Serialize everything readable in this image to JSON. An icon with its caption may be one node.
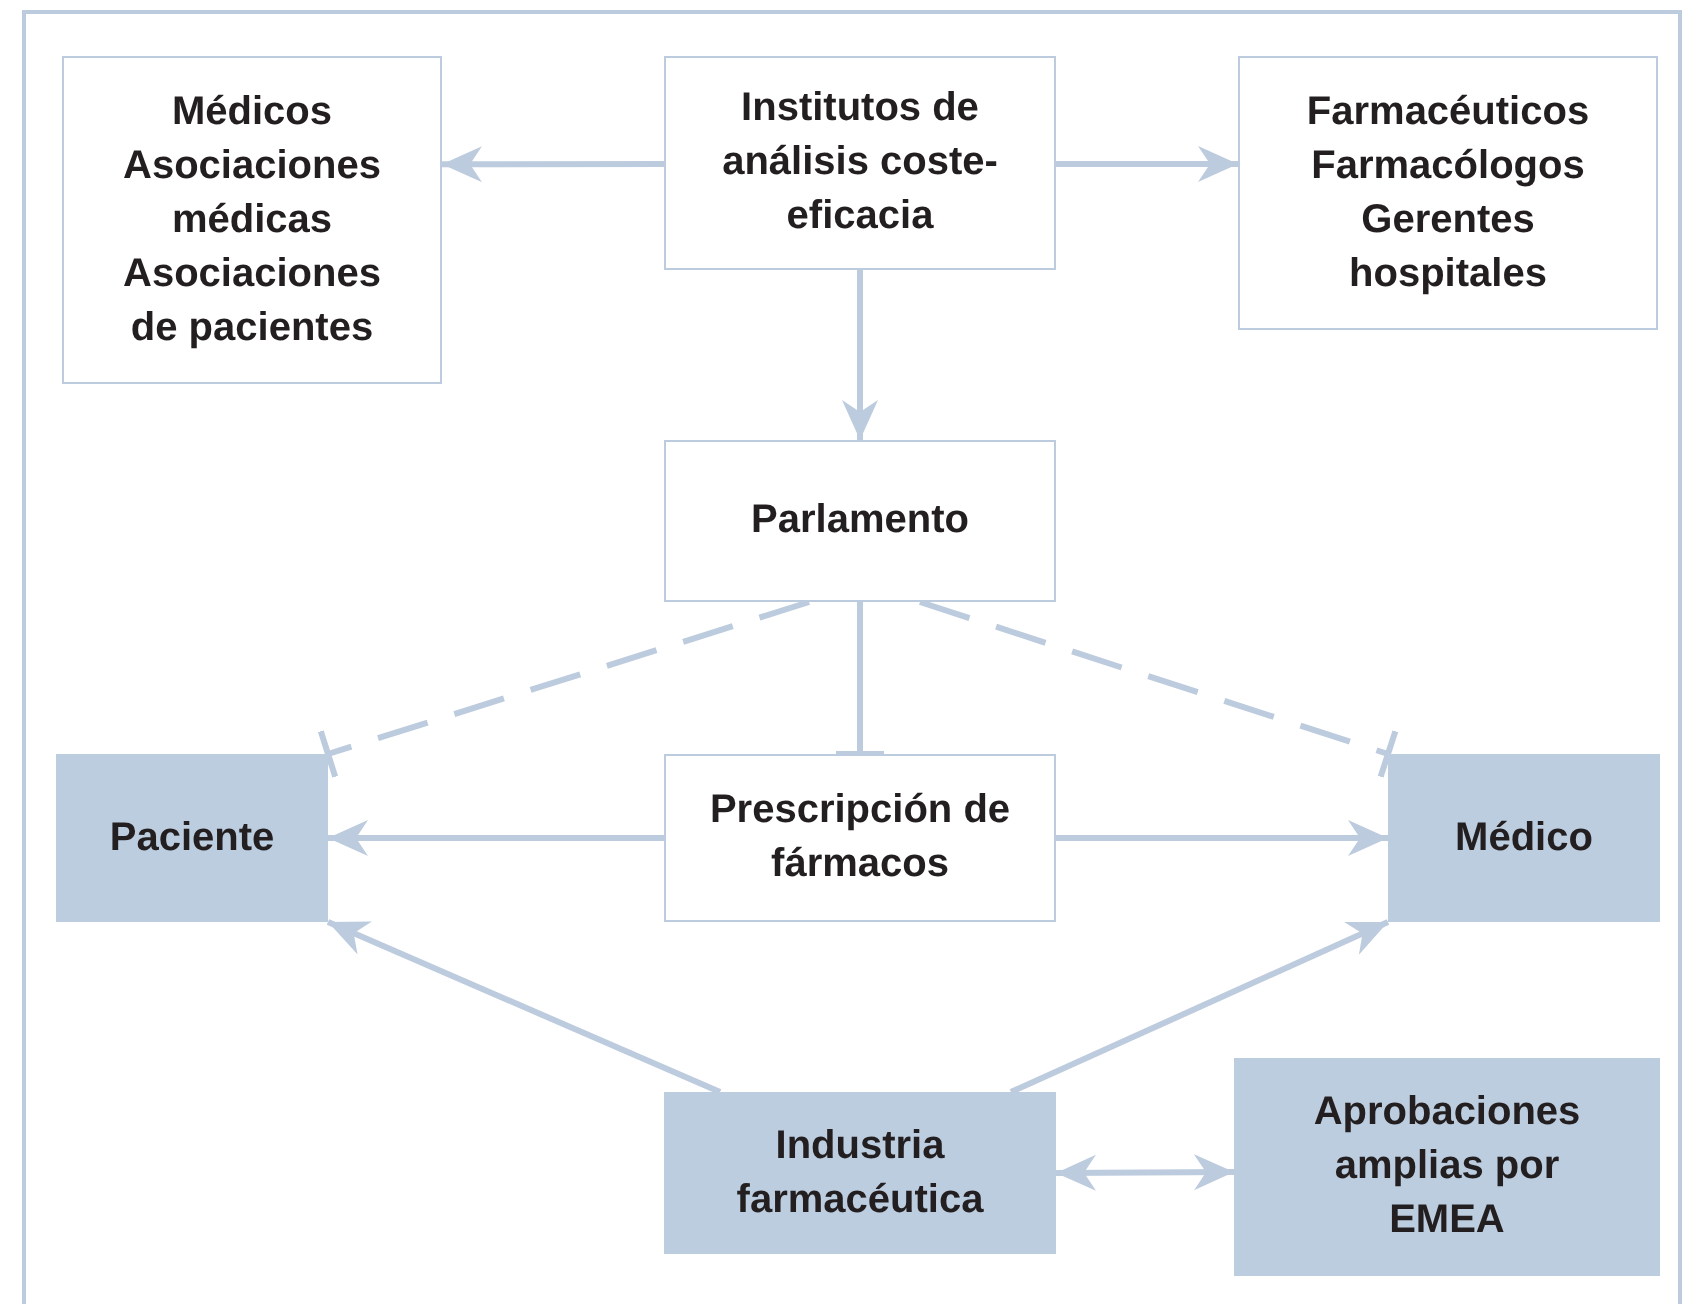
{
  "diagram": {
    "nodes": [
      {
        "text": [
          "Médicos",
          "Asociaciones médicas",
          "Asociaciones de pacientes"
        ]
      },
      {
        "text": [
          "Institutos de análisis coste-eficacia"
        ]
      },
      {
        "text": [
          "Farmacéuticos",
          "Farmacólogos",
          "Gerentes hospitales"
        ]
      },
      {
        "text": [
          "Parlamento"
        ]
      },
      {
        "text": [
          "Paciente"
        ]
      },
      {
        "text": [
          "Prescripción de fármacos"
        ]
      },
      {
        "text": [
          "Médico"
        ]
      },
      {
        "text": [
          "Industria farmacéutica"
        ]
      },
      {
        "text": [
          "Aprobaciones amplias por EMEA"
        ]
      }
    ],
    "edges": [
      {
        "from": 1,
        "to": 0,
        "arrow": "to"
      },
      {
        "from": 1,
        "to": 2,
        "arrow": "to"
      },
      {
        "from": 1,
        "to": 3,
        "arrow": "to"
      },
      {
        "from": 3,
        "to": 4,
        "arrow": "other",
        "style": "dashed"
      },
      {
        "from": 3,
        "to": 5,
        "arrow": "other"
      },
      {
        "from": 3,
        "to": 6,
        "arrow": "other",
        "style": "dashed"
      },
      {
        "from": 5,
        "to": 4,
        "arrow": "to"
      },
      {
        "from": 5,
        "to": 6,
        "arrow": "to"
      },
      {
        "from": 7,
        "to": 4,
        "arrow": "to"
      },
      {
        "from": 7,
        "to": 6,
        "arrow": "to"
      },
      {
        "from": 7,
        "to": 8,
        "arrow": "both"
      }
    ]
  }
}
